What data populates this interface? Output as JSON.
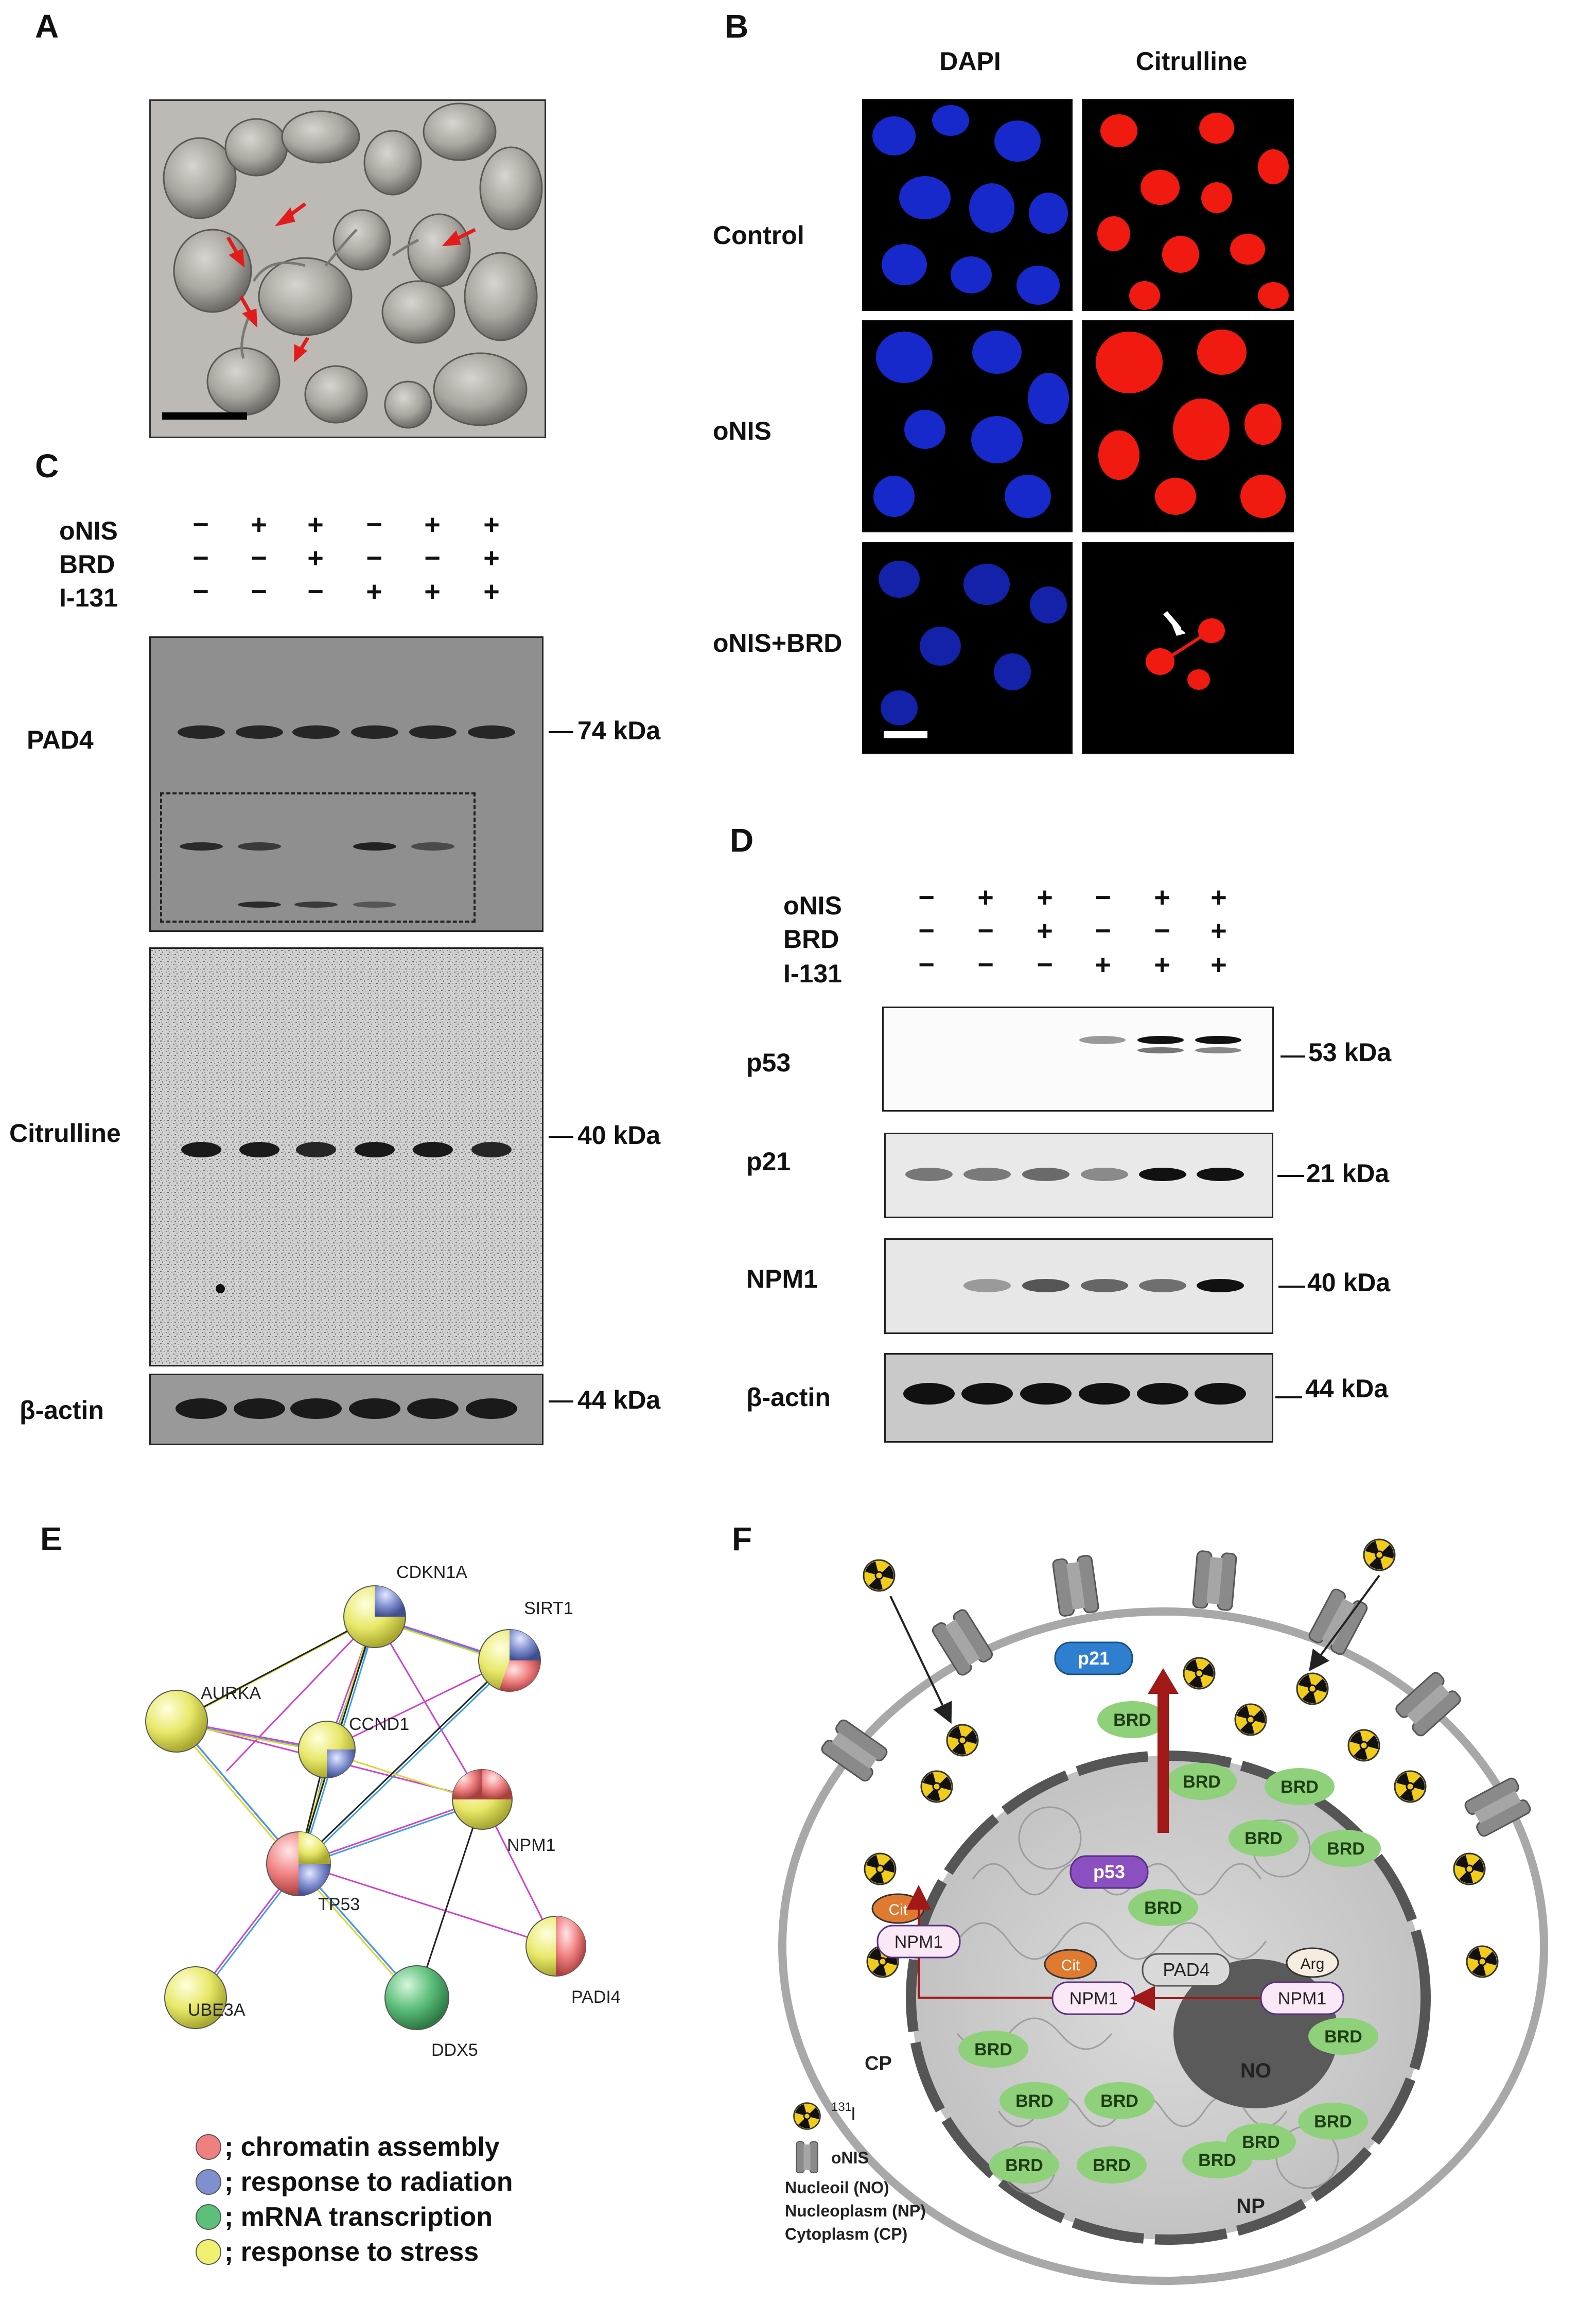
{
  "panels": {
    "A": "A",
    "B": "B",
    "C": "C",
    "D": "D",
    "E": "E",
    "F": "F"
  },
  "panel_b": {
    "col_headers": [
      "DAPI",
      "Citrulline"
    ],
    "row_labels": [
      "Control",
      "oNIS",
      "oNIS+BRD"
    ]
  },
  "panel_c": {
    "conditions": [
      {
        "name": "oNIS",
        "signs": [
          "−",
          "+",
          "+",
          "−",
          "+",
          "+"
        ]
      },
      {
        "name": "BRD",
        "signs": [
          "−",
          "−",
          "+",
          "−",
          "−",
          "+"
        ]
      },
      {
        "name": "I-131",
        "signs": [
          "−",
          "−",
          "−",
          "+",
          "+",
          "+"
        ]
      }
    ],
    "blots": [
      {
        "label": "PAD4",
        "kda": "74 kDa"
      },
      {
        "label": "Citrulline",
        "kda": "40 kDa"
      },
      {
        "label": "β-actin",
        "kda": "44 kDa"
      }
    ]
  },
  "panel_d": {
    "conditions": [
      {
        "name": "oNIS",
        "signs": [
          "−",
          "+",
          "+",
          "−",
          "+",
          "+"
        ]
      },
      {
        "name": "BRD",
        "signs": [
          "−",
          "−",
          "+",
          "−",
          "−",
          "+"
        ]
      },
      {
        "name": "I-131",
        "signs": [
          "−",
          "−",
          "−",
          "+",
          "+",
          "+"
        ]
      }
    ],
    "blots": [
      {
        "label": "p53",
        "kda": "53 kDa"
      },
      {
        "label": "p21",
        "kda": "21 kDa"
      },
      {
        "label": "NPM1",
        "kda": "40 kDa"
      },
      {
        "label": "β-actin",
        "kda": "44 kDa"
      }
    ]
  },
  "panel_e": {
    "nodes": {
      "CDKN1A": "CDKN1A",
      "SIRT1": "SIRT1",
      "AURKA": "AURKA",
      "CCND1": "CCND1",
      "NPM1": "NPM1",
      "TP53": "TP53",
      "UBE3A": "UBE3A",
      "PADI4": "PADI4",
      "DDX5": "DDX5"
    },
    "legend": [
      {
        "text": "; chromatin assembly",
        "color": "#f08080"
      },
      {
        "text": "; response to radiation",
        "color": "#7f8fcf"
      },
      {
        "text": "; mRNA transcription",
        "color": "#5cbf7a"
      },
      {
        "text": "; response to stress",
        "color": "#f0f070"
      }
    ]
  },
  "panel_f": {
    "p21": "p21",
    "p53": "p53",
    "npm1": "NPM1",
    "cit": "Cit",
    "arg": "Arg",
    "pad4": "PAD4",
    "brd": "BRD",
    "no": "NO",
    "np": "NP",
    "cp": "CP",
    "legend": {
      "iodine_sup": "131",
      "iodine": "I",
      "onis": "oNIS",
      "lines": [
        "Nucleoil (NO)",
        "Nucleoplasm (NP)",
        "Cytoplasm (CP)"
      ]
    },
    "colors": {
      "p21": "#2f7fd0",
      "p53": "#8a4fc0",
      "cit": "#e07a30",
      "brd": "#8fd07a",
      "arrow": "#a01818"
    }
  }
}
